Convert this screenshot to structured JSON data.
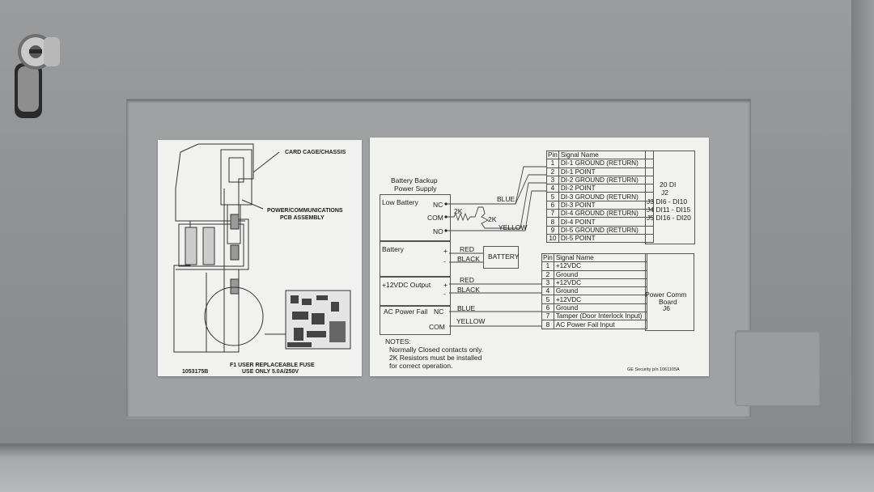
{
  "left_label": {
    "card_cage": "CARD CAGE/CHASSIS",
    "power_comm_line1": "POWER/COMMUNICATIONS",
    "power_comm_line2": "PCB ASSEMBLY",
    "fuse_line1": "F1 USER REPLACEABLE FUSE",
    "fuse_line2": "USE ONLY 5.0A/250V",
    "part_number": "1053175B"
  },
  "right_label": {
    "battery_backup_line1": "Battery Backup",
    "battery_backup_line2": "Power Supply",
    "groups": {
      "low_battery": "Low Battery",
      "battery": "Battery",
      "output": "+12VDC Output",
      "ac_fail": "AC Power Fail"
    },
    "terminals": {
      "nc": "NC",
      "com": "COM",
      "no": "NO",
      "plus": "+",
      "minus": "-",
      "nc2": "NC",
      "com2": "COM"
    },
    "wires": {
      "blue": "BLUE",
      "yellow": "YELLOW",
      "red": "RED",
      "black": "BLACK",
      "red2": "RED",
      "black2": "BLACK",
      "blue2": "BLUE",
      "yellow2": "YELLOW"
    },
    "resistor1": "2K",
    "resistor2": "2K",
    "battery_box": "BATTERY",
    "notes_title": "NOTES:",
    "notes_line1": "Normally Closed contacts only.",
    "notes_line2": "2K Resistors must be installed",
    "notes_line3": "for correct operation.",
    "part_number": "GE Security p/n 1061105A",
    "di_table": {
      "header_pin": "Pin",
      "header_signal": "Signal Name",
      "rows": [
        {
          "pin": "1",
          "signal": "DI-1 GROUND (RETURN)"
        },
        {
          "pin": "2",
          "signal": "DI-1 POINT"
        },
        {
          "pin": "3",
          "signal": "DI-2 GROUND (RETURN)"
        },
        {
          "pin": "4",
          "signal": "DI-2 POINT"
        },
        {
          "pin": "5",
          "signal": "DI-3 GROUND (RETURN)"
        },
        {
          "pin": "6",
          "signal": "DI-3 POINT"
        },
        {
          "pin": "7",
          "signal": "DI-4 GROUND (RETURN)"
        },
        {
          "pin": "8",
          "signal": "DI-4 POINT"
        },
        {
          "pin": "9",
          "signal": "DI-5 GROUND (RETURN)"
        },
        {
          "pin": "10",
          "signal": "DI-5 POINT"
        }
      ],
      "side_line1": "20 DI",
      "side_line2": "J2",
      "side_line3": "J3 DI6 - DI10",
      "side_line4": "J4 DI11 - DI15",
      "side_line5": "J5 DI16 - DI20"
    },
    "pc_table": {
      "header_pin": "Pin",
      "header_signal": "Signal Name",
      "rows": [
        {
          "pin": "1",
          "signal": "+12VDC"
        },
        {
          "pin": "2",
          "signal": "Ground"
        },
        {
          "pin": "3",
          "signal": "+12VDC"
        },
        {
          "pin": "4",
          "signal": "Ground"
        },
        {
          "pin": "5",
          "signal": "+12VDC"
        },
        {
          "pin": "6",
          "signal": "Ground"
        },
        {
          "pin": "7",
          "signal": "Tamper (Door Interlock Input)"
        },
        {
          "pin": "8",
          "signal": "AC Power Fail Input"
        }
      ],
      "side_line1": "Power Comm",
      "side_line2": "Board",
      "side_line3": "J6"
    }
  }
}
